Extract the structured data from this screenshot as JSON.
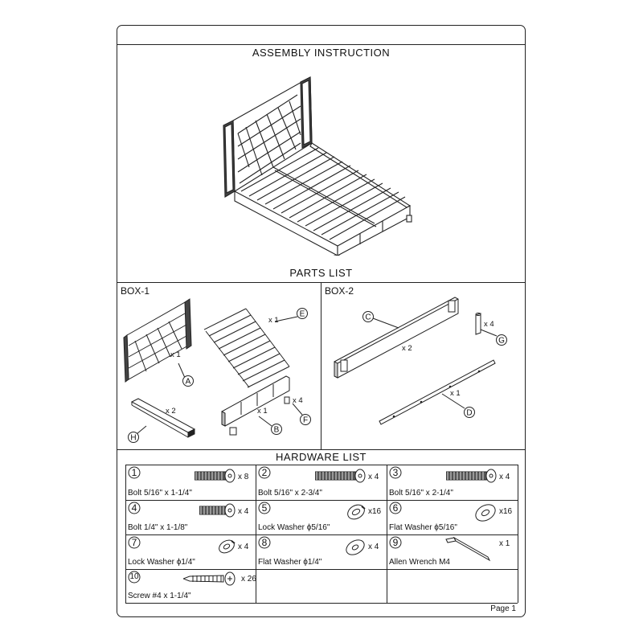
{
  "title": "ASSEMBLY INSTRUCTION",
  "parts_list": {
    "heading": "PARTS LIST",
    "box1_label": "BOX-1",
    "box2_label": "BOX-2",
    "parts": [
      {
        "letter": "A",
        "qty": "x 1",
        "icon": "headboard-icon"
      },
      {
        "letter": "E",
        "qty": "x 1",
        "icon": "slat-roll-icon"
      },
      {
        "letter": "H",
        "qty": "x 2",
        "icon": "side-support-icon"
      },
      {
        "letter": "B",
        "qty": "x 1",
        "icon": "footboard-icon"
      },
      {
        "letter": "F",
        "qty": "x 4",
        "icon": "foot-icon"
      },
      {
        "letter": "C",
        "qty": "x 2",
        "icon": "side-rail-icon"
      },
      {
        "letter": "G",
        "qty": "x 4",
        "icon": "center-leg-icon"
      },
      {
        "letter": "D",
        "qty": "x 1",
        "icon": "center-rail-icon"
      }
    ]
  },
  "hardware_list": {
    "heading": "HARDWARE LIST",
    "items": [
      {
        "num": "1",
        "name": "Bolt   5/16\" x 1-1/4\"",
        "qty": "x 8",
        "icon": "bolt-icon"
      },
      {
        "num": "2",
        "name": "Bolt   5/16\" x 2-3/4\"",
        "qty": "x 4",
        "icon": "bolt-icon"
      },
      {
        "num": "3",
        "name": "Bolt   5/16\" x 2-1/4\"",
        "qty": "x 4",
        "icon": "bolt-icon"
      },
      {
        "num": "4",
        "name": "Bolt   1/4\" x 1-1/8\"",
        "qty": "x 4",
        "icon": "bolt-icon"
      },
      {
        "num": "5",
        "name": "Lock Washer ϕ5/16\"",
        "qty": "x16",
        "icon": "lock-washer-icon"
      },
      {
        "num": "6",
        "name": "Flat Washer ϕ5/16\"",
        "qty": "x16",
        "icon": "flat-washer-icon"
      },
      {
        "num": "7",
        "name": "Lock Washer ϕ1/4\"",
        "qty": "x 4",
        "icon": "lock-washer-icon"
      },
      {
        "num": "8",
        "name": "Flat Washer ϕ1/4\"",
        "qty": "x 4",
        "icon": "flat-washer-icon"
      },
      {
        "num": "9",
        "name": "Allen Wrench M4",
        "qty": "x 1",
        "icon": "allen-wrench-icon"
      },
      {
        "num": "10",
        "name": "Screw #4 x 1-1/4\"",
        "qty": "x 26",
        "icon": "screw-icon"
      }
    ]
  },
  "page": "Page 1"
}
